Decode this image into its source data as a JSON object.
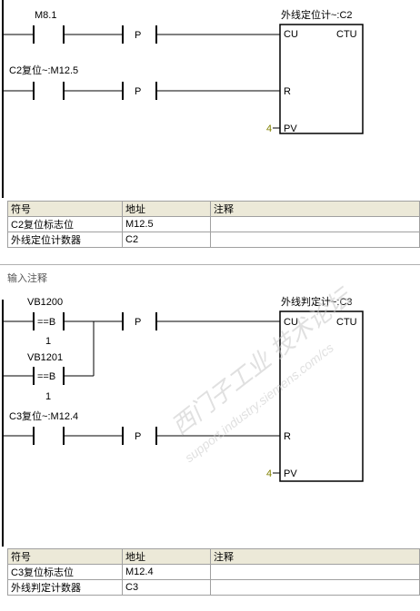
{
  "network1": {
    "contact_m81": "M8.1",
    "contact_c2_reset": "C2复位~:M12.5",
    "edge1": "P",
    "edge2": "P",
    "counter_title": "外线定位计~:C2",
    "cu": "CU",
    "ctu": "CTU",
    "r": "R",
    "pv": "PV",
    "pv_value": "4",
    "table": {
      "headers": [
        "符号",
        "地址",
        "注释"
      ],
      "rows": [
        [
          "C2复位标志位",
          "M12.5",
          ""
        ],
        [
          "外线定位计数器",
          "C2",
          ""
        ]
      ]
    }
  },
  "network2": {
    "comment_placeholder": "输入注释",
    "compare1_var": "VB1200",
    "compare1_op": "==B",
    "compare1_const": "1",
    "compare2_var": "VB1201",
    "compare2_op": "==B",
    "compare2_const": "1",
    "contact_c3_reset": "C3复位~:M12.4",
    "edge1": "P",
    "edge2": "P",
    "counter_title": "外线判定计~:C3",
    "cu": "CU",
    "ctu": "CTU",
    "r": "R",
    "pv": "PV",
    "pv_value": "4",
    "table": {
      "headers": [
        "符号",
        "地址",
        "注释"
      ],
      "rows": [
        [
          "C3复位标志位",
          "M12.4",
          ""
        ],
        [
          "外线判定计数器",
          "C3",
          ""
        ]
      ]
    }
  },
  "watermark": {
    "cn": "西门子工业 技术论坛",
    "url": "support.industry.siemens.com/cs"
  },
  "colors": {
    "rail": "#000000",
    "pv_value": "#808000",
    "table_header": "#ece9d8",
    "watermark": "#c8c8c8"
  }
}
